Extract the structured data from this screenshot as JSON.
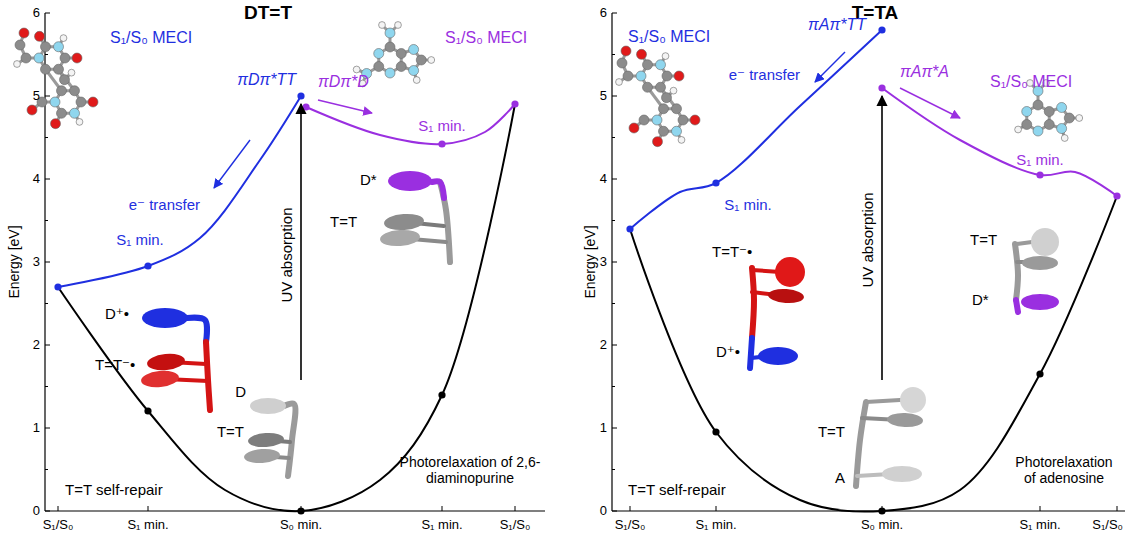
{
  "diagram": {
    "labels": [
      "DT=T",
      "S₁/S₀ MECI",
      "S₁/S₀ MECI",
      "πDπ*TT",
      "πDπ*D",
      "e⁻ transfer",
      "S₁ min.",
      "S₁ min.",
      "D*",
      "T=T",
      "D⁺•",
      "T=T⁻•",
      "UV absorption",
      "D",
      "T=T",
      "T=T self-repair",
      "Photorelaxation of 2,6-diaminopurine",
      "Energy [eV]",
      "0",
      "1",
      "2",
      "3",
      "4",
      "5",
      "6",
      "S₁/S₀",
      "S₁ min.",
      "S₀ min.",
      "S₁ min.",
      "S₁/S₀",
      "T=TA",
      "S₁/S₀ MECI",
      "πAπ*TT",
      "e⁻ transfer",
      "S₁/S₀ MECI",
      "πAπ*A",
      "S₁ min.",
      "S₁ min.",
      "T=T⁻•",
      "D⁺•",
      "T=T",
      "D*",
      "UV absorption",
      "T=T",
      "A",
      "T=T self-repair",
      "Photorelaxation of adenosine",
      "Energy [eV]",
      "0",
      "1",
      "2",
      "3",
      "4",
      "5",
      "6",
      "S₁/S₀",
      "S₁ min.",
      "S₀ min.",
      "S₁ min.",
      "S₁/S₀"
    ]
  }
}
